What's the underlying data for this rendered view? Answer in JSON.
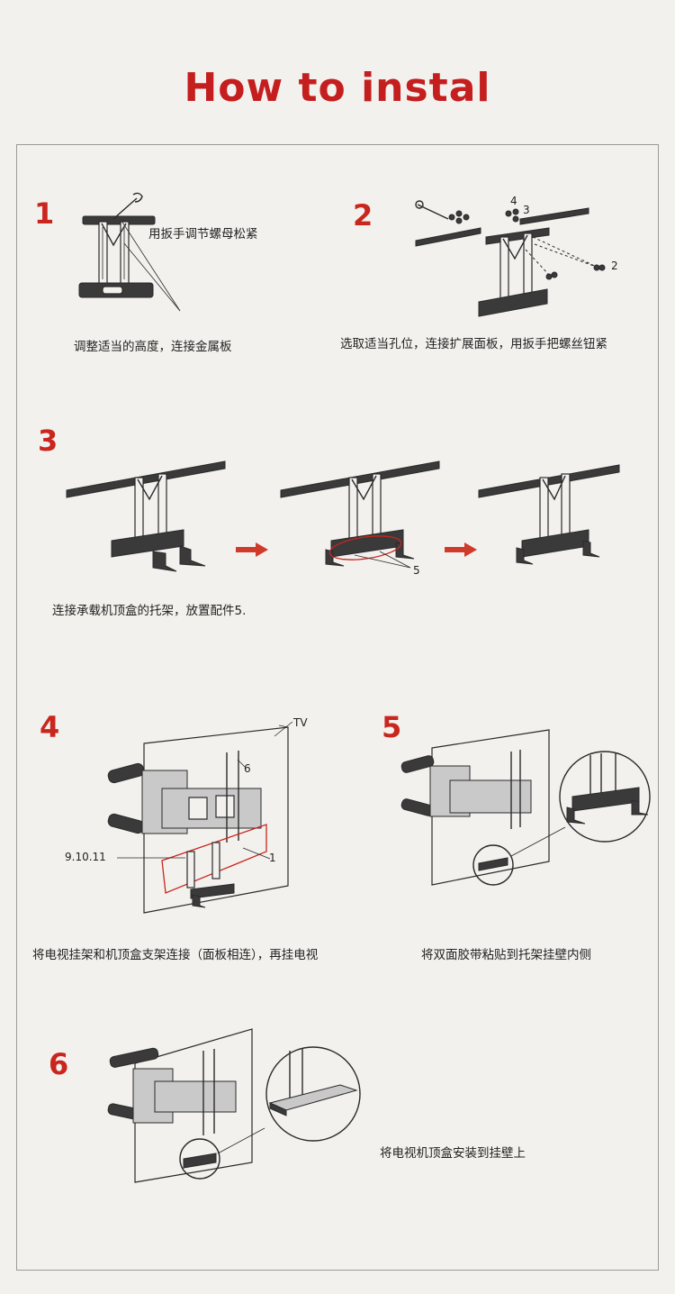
{
  "title": "How to instal",
  "steps": [
    {
      "num": "1",
      "label": "用扳手调节螺母松紧",
      "caption": "调整适当的高度，连接金属板"
    },
    {
      "num": "2",
      "labels": [
        "4",
        "3",
        "2"
      ],
      "caption": "选取适当孔位，连接扩展面板，用扳手把螺丝钮紧"
    },
    {
      "num": "3",
      "label": "5",
      "caption": "连接承载机顶盒的托架，放置配件5."
    },
    {
      "num": "4",
      "labels": {
        "tv": "TV",
        "six": "6",
        "parts": "9.10.11",
        "one": "1"
      },
      "caption": "将电视挂架和机顶盒支架连接（面板相连），再挂电视"
    },
    {
      "num": "5",
      "caption": "将双面胶带粘贴到托架挂壁内侧"
    },
    {
      "num": "6",
      "caption": "将电视机顶盒安装到挂壁上"
    }
  ],
  "colors": {
    "accent": "#c9261d",
    "background": "#f3f1ee",
    "border": "#9a9a9a"
  }
}
